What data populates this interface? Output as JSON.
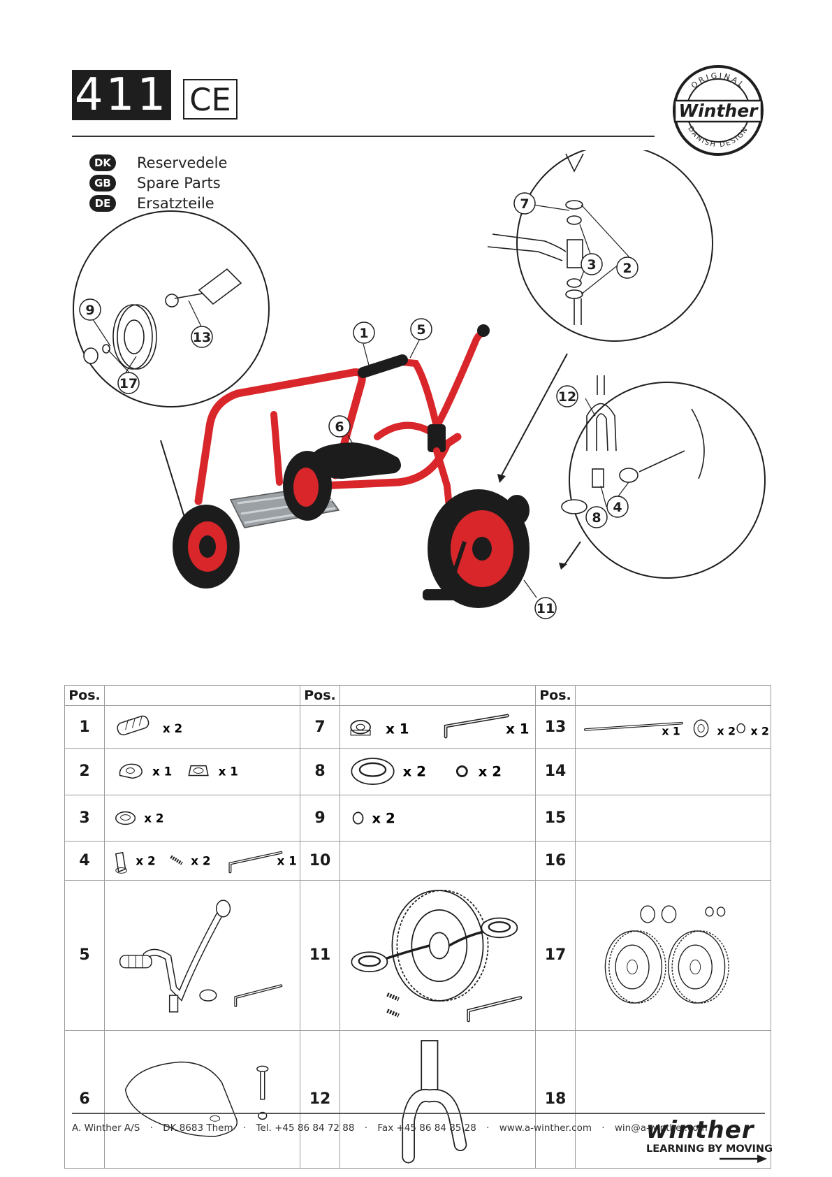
{
  "header": {
    "model_number": "411",
    "ce_mark": "CE",
    "seal": {
      "top_text": "ORIGINAL",
      "brand": "Winther",
      "bottom_text": "DANISH DESIGN"
    }
  },
  "languages": [
    {
      "code": "DK",
      "label": "Reservedele"
    },
    {
      "code": "GB",
      "label": "Spare Parts"
    },
    {
      "code": "DE",
      "label": "Ersatzteile"
    }
  ],
  "callouts": [
    "1",
    "2",
    "3",
    "4",
    "5",
    "6",
    "7",
    "8",
    "9",
    "11",
    "12",
    "13",
    "17"
  ],
  "colors": {
    "frame_red": "#d8262a",
    "dark": "#1e1e1e",
    "border": "#9a9a9a"
  },
  "table": {
    "pos_header": "Pos.",
    "rows": [
      {
        "c1": {
          "pos": "1",
          "qty": [
            "x 2"
          ]
        },
        "c2": {
          "pos": "7",
          "qty": [
            "x 1",
            "x 1"
          ]
        },
        "c3": {
          "pos": "13",
          "qty": [
            "x 1",
            "x 2",
            "x 2"
          ]
        }
      },
      {
        "c1": {
          "pos": "2",
          "qty": [
            "x 1",
            "x 1"
          ]
        },
        "c2": {
          "pos": "8",
          "qty": [
            "x 2",
            "x 2"
          ]
        },
        "c3": {
          "pos": "14",
          "qty": []
        }
      },
      {
        "c1": {
          "pos": "3",
          "qty": [
            "x 2"
          ]
        },
        "c2": {
          "pos": "9",
          "qty": [
            "x 2"
          ]
        },
        "c3": {
          "pos": "15",
          "qty": []
        }
      },
      {
        "c1": {
          "pos": "4",
          "qty": [
            "x 2",
            "x 2",
            "x 1"
          ]
        },
        "c2": {
          "pos": "10",
          "qty": []
        },
        "c3": {
          "pos": "16",
          "qty": []
        }
      },
      {
        "c1": {
          "pos": "5",
          "qty": []
        },
        "c2": {
          "pos": "11",
          "qty": []
        },
        "c3": {
          "pos": "17",
          "qty": []
        }
      },
      {
        "c1": {
          "pos": "6",
          "qty": []
        },
        "c2": {
          "pos": "12",
          "qty": []
        },
        "c3": {
          "pos": "18",
          "qty": []
        }
      }
    ]
  },
  "footer": {
    "items": [
      "A. Winther A/S",
      "·",
      "DK 8683 Them",
      "·",
      "Tel. +45 86 84 72 88",
      "·",
      "Fax +45 86 84 85 28",
      "·",
      "www.a-winther.com",
      "·",
      "win@a-winther.com"
    ],
    "brand": "winther",
    "tagline": "LEARNING BY MOVING"
  }
}
